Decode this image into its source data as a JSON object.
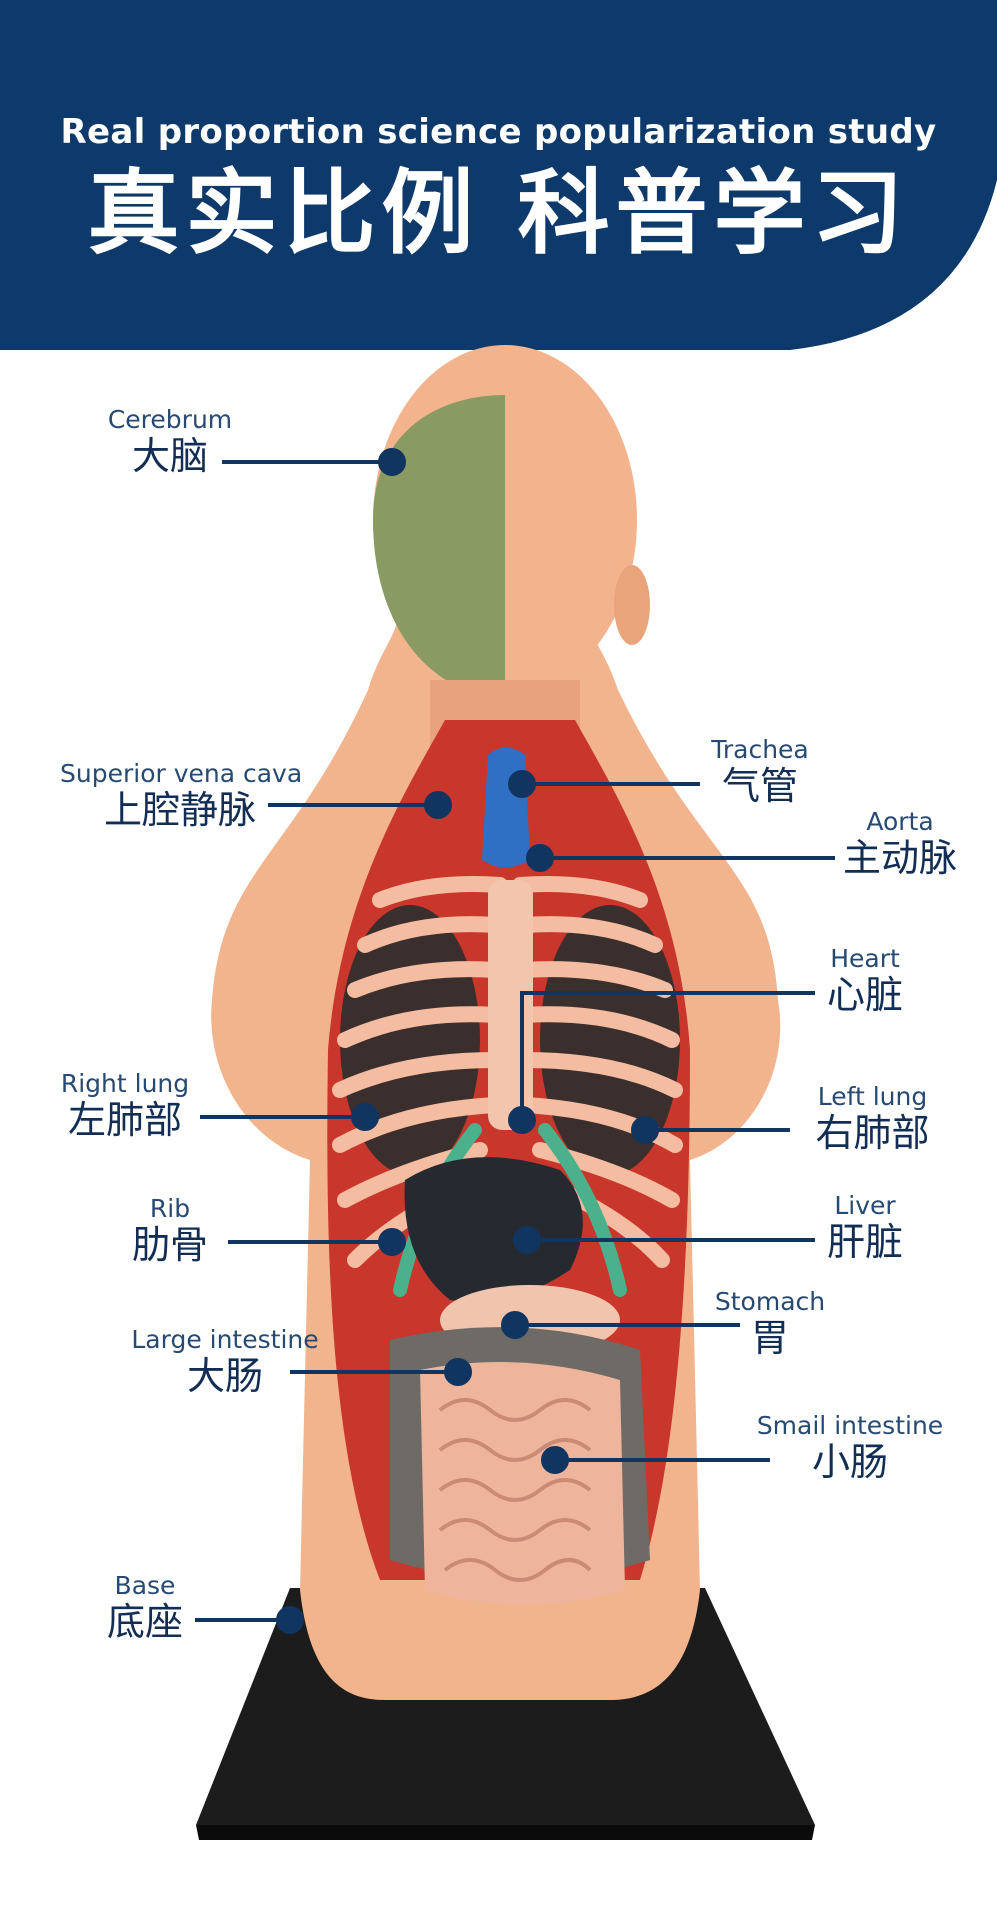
{
  "banner": {
    "subtitle": "Real proportion science popularization study",
    "title": "真实比例 科普学习",
    "color": "#0e3a6b"
  },
  "leader_color": "#0f3560",
  "labels": {
    "cerebrum": {
      "en": "Cerebrum",
      "zh": "大脑"
    },
    "superior_vena_cava": {
      "en": "Superior vena cava",
      "zh": "上腔静脉"
    },
    "trachea": {
      "en": "Trachea",
      "zh": "气管"
    },
    "aorta": {
      "en": "Aorta",
      "zh": "主动脉"
    },
    "heart": {
      "en": "Heart",
      "zh": "心脏"
    },
    "right_lung": {
      "en": "Right lung",
      "zh": "左肺部"
    },
    "left_lung": {
      "en": "Left lung",
      "zh": "右肺部"
    },
    "rib": {
      "en": "Rib",
      "zh": "肋骨"
    },
    "liver": {
      "en": "Liver",
      "zh": "肝脏"
    },
    "stomach": {
      "en": "Stomach",
      "zh": "胃"
    },
    "large_intestine": {
      "en": "Large intestine",
      "zh": "大肠"
    },
    "small_intestine": {
      "en": "Smail intestine",
      "zh": "小肠"
    },
    "base": {
      "en": "Base",
      "zh": "底座"
    }
  }
}
